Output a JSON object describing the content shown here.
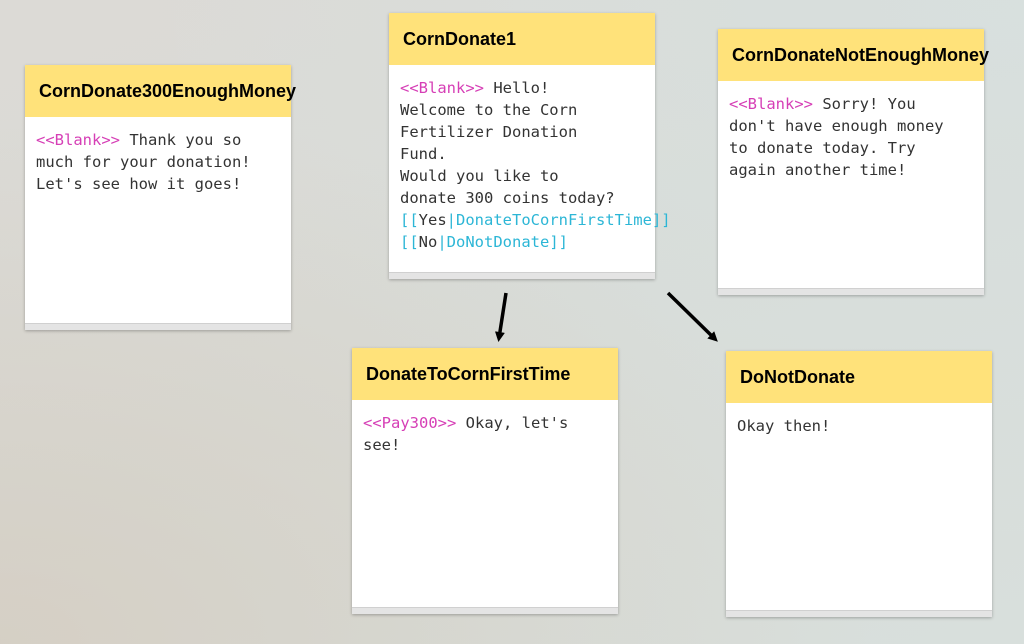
{
  "nodes": {
    "enough": {
      "title": "CornDonate300EnoughMoney",
      "lines": [
        [
          {
            "t": "<<Blank>>",
            "c": "macro"
          },
          {
            "t": " Thank you so",
            "c": "text"
          }
        ],
        [
          {
            "t": "much for your donation!",
            "c": "text"
          }
        ],
        [
          {
            "t": "Let's see how it goes!",
            "c": "text"
          }
        ]
      ]
    },
    "main": {
      "title": "CornDonate1",
      "lines": [
        [
          {
            "t": "<<Blank>>",
            "c": "macro"
          },
          {
            "t": " Hello!",
            "c": "text"
          }
        ],
        [
          {
            "t": "Welcome to the Corn",
            "c": "text"
          }
        ],
        [
          {
            "t": "Fertilizer Donation",
            "c": "text"
          }
        ],
        [
          {
            "t": "Fund.",
            "c": "text"
          }
        ],
        [
          {
            "t": "Would you like to",
            "c": "text"
          }
        ],
        [
          {
            "t": "donate 300 coins today?",
            "c": "text"
          }
        ],
        [
          {
            "t": "[[",
            "c": "link"
          },
          {
            "t": "Yes",
            "c": "linktext"
          },
          {
            "t": "|DonateToCornFirstTime]]",
            "c": "link"
          }
        ],
        [
          {
            "t": "[[",
            "c": "link"
          },
          {
            "t": "No",
            "c": "linktext"
          },
          {
            "t": "|DoNotDonate]]",
            "c": "link"
          }
        ]
      ]
    },
    "notenough": {
      "title": "CornDonateNotEnoughMoney",
      "lines": [
        [
          {
            "t": "<<Blank>>",
            "c": "macro"
          },
          {
            "t": " Sorry! You",
            "c": "text"
          }
        ],
        [
          {
            "t": "don't have enough money",
            "c": "text"
          }
        ],
        [
          {
            "t": "to donate today. Try",
            "c": "text"
          }
        ],
        [
          {
            "t": "again another time!",
            "c": "text"
          }
        ]
      ]
    },
    "first": {
      "title": "DonateToCornFirstTime",
      "lines": [
        [
          {
            "t": "<<Pay300>>",
            "c": "macro"
          },
          {
            "t": " Okay, let's",
            "c": "text"
          }
        ],
        [
          {
            "t": "see!",
            "c": "text"
          }
        ]
      ]
    },
    "donot": {
      "title": "DoNotDonate",
      "lines": [
        [
          {
            "t": "Okay then!",
            "c": "text"
          }
        ]
      ]
    }
  },
  "colors": {
    "header": "#ffe27a",
    "macro": "#d63fb6",
    "link": "#2cb6d6",
    "text": "#333333",
    "arrow": "#000000"
  }
}
